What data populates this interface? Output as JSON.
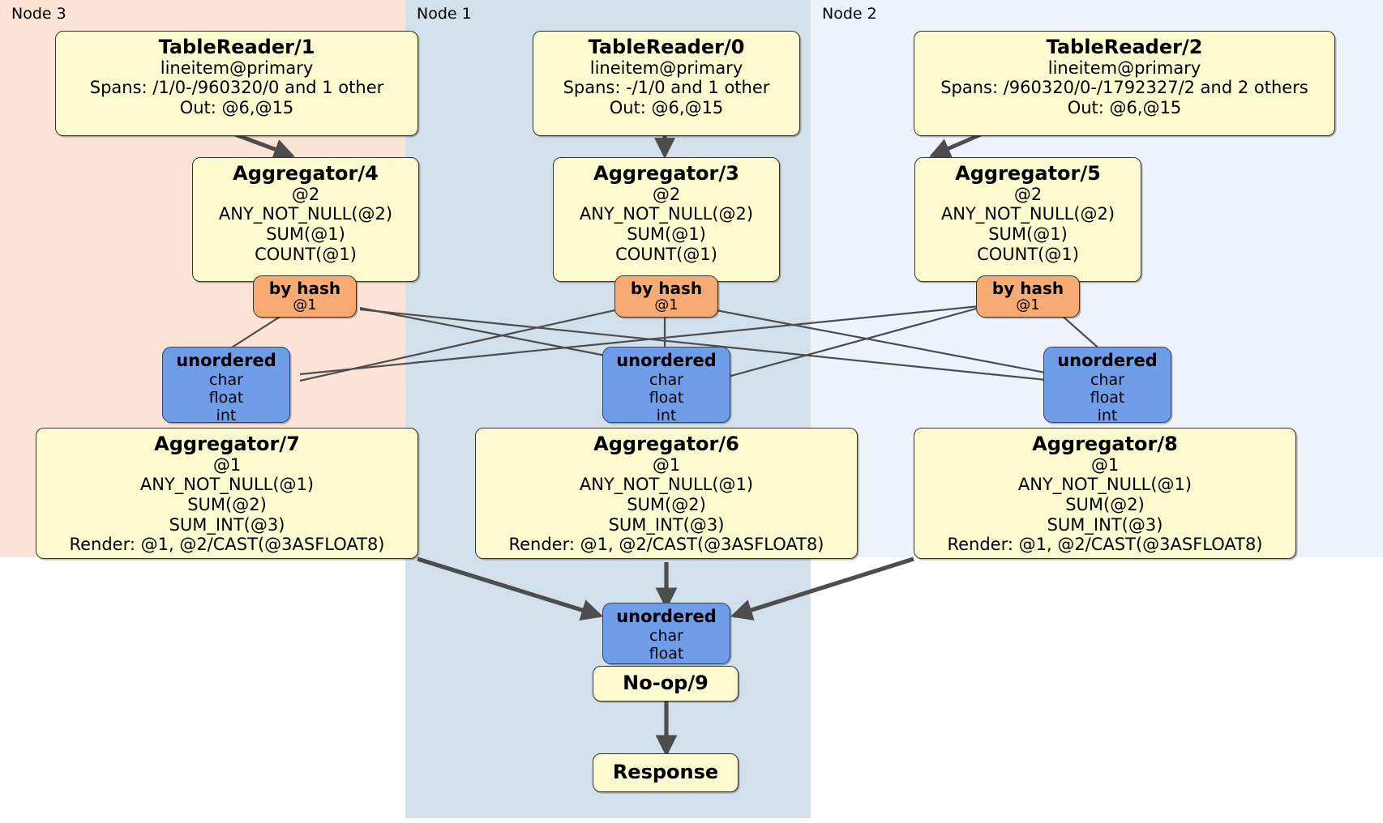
{
  "diagram": {
    "type": "distributed-query-plan",
    "title": "",
    "colors": {
      "node3_bg": "#fce3d5",
      "node1_bg": "#d2e0ec",
      "node2_bg": "#eef2fb",
      "processor_box": "#fbfbcf",
      "router_box": "#f7ab73",
      "sync_box": "#6f9de8",
      "edge": "#4d4d4d"
    },
    "clusters": [
      {
        "id": "node3",
        "label": "Node 3"
      },
      {
        "id": "node1",
        "label": "Node 1"
      },
      {
        "id": "node2",
        "label": "Node 2"
      }
    ]
  },
  "processors": {
    "table_reader_1": {
      "title": "TableReader/1",
      "lines": [
        "lineitem@primary",
        "Spans: /1/0-/960320/0 and 1 other",
        "Out: @6,@15"
      ]
    },
    "table_reader_0": {
      "title": "TableReader/0",
      "lines": [
        "lineitem@primary",
        "Spans: -/1/0 and 1 other",
        "Out: @6,@15"
      ]
    },
    "table_reader_2": {
      "title": "TableReader/2",
      "lines": [
        "lineitem@primary",
        "Spans: /960320/0-/1792327/2 and 2 others",
        "Out: @6,@15"
      ]
    },
    "aggregator_4": {
      "title": "Aggregator/4",
      "lines": [
        "@2",
        "ANY_NOT_NULL(@2)",
        "SUM(@1)",
        "COUNT(@1)"
      ]
    },
    "aggregator_3": {
      "title": "Aggregator/3",
      "lines": [
        "@2",
        "ANY_NOT_NULL(@2)",
        "SUM(@1)",
        "COUNT(@1)"
      ]
    },
    "aggregator_5": {
      "title": "Aggregator/5",
      "lines": [
        "@2",
        "ANY_NOT_NULL(@2)",
        "SUM(@1)",
        "COUNT(@1)"
      ]
    },
    "aggregator_7": {
      "title": "Aggregator/7",
      "lines": [
        "@1",
        "ANY_NOT_NULL(@1)",
        "SUM(@2)",
        "SUM_INT(@3)",
        "Render: @1, @2/CAST(@3ASFLOAT8)"
      ]
    },
    "aggregator_6": {
      "title": "Aggregator/6",
      "lines": [
        "@1",
        "ANY_NOT_NULL(@1)",
        "SUM(@2)",
        "SUM_INT(@3)",
        "Render: @1, @2/CAST(@3ASFLOAT8)"
      ]
    },
    "aggregator_8": {
      "title": "Aggregator/8",
      "lines": [
        "@1",
        "ANY_NOT_NULL(@1)",
        "SUM(@2)",
        "SUM_INT(@3)",
        "Render: @1, @2/CAST(@3ASFLOAT8)"
      ]
    },
    "noop_9": {
      "title": "No-op/9",
      "lines": []
    },
    "response": {
      "title": "Response",
      "lines": []
    }
  },
  "routers": {
    "by_hash_left": {
      "title": "by hash",
      "lines": [
        "@1"
      ]
    },
    "by_hash_center": {
      "title": "by hash",
      "lines": [
        "@1"
      ]
    },
    "by_hash_right": {
      "title": "by hash",
      "lines": [
        "@1"
      ]
    }
  },
  "synchronizers": {
    "unordered_left": {
      "title": "unordered",
      "lines": [
        "char",
        "float",
        "int"
      ]
    },
    "unordered_center": {
      "title": "unordered",
      "lines": [
        "char",
        "float",
        "int"
      ]
    },
    "unordered_right": {
      "title": "unordered",
      "lines": [
        "char",
        "float",
        "int"
      ]
    },
    "unordered_final": {
      "title": "unordered",
      "lines": [
        "char",
        "float"
      ]
    }
  }
}
